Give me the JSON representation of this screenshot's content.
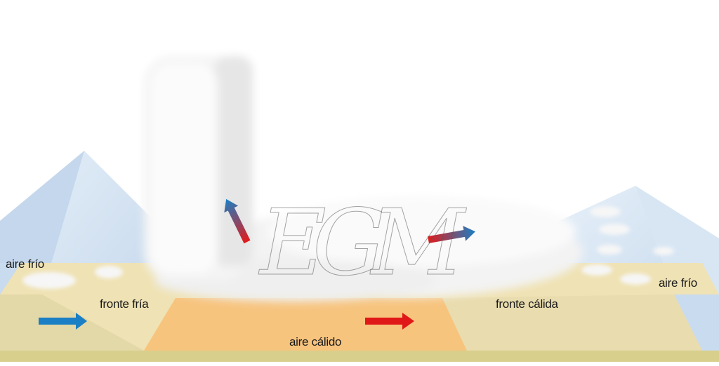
{
  "labels": {
    "cold_air_left": "aire frío",
    "cold_front": "fronte fría",
    "warm_air": "aire cálido",
    "warm_front": "fronte cálida",
    "cold_air_right": "aire frío"
  },
  "watermark": "EGM",
  "colors": {
    "cold_air": "#c9dbee",
    "ground": "#efe2b4",
    "warm_air": "#f7c47e",
    "base": "#d8cf8c",
    "cold_arrow": "#1a7fc4",
    "warm_arrow": "#e01818"
  }
}
